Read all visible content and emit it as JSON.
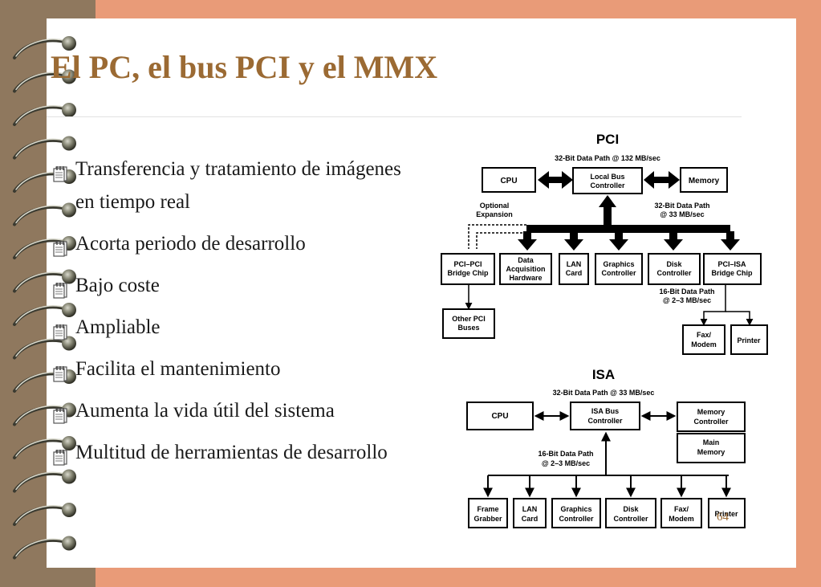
{
  "slide": {
    "title": "El PC, el bus PCI y el MMX",
    "page_number": "64",
    "bullets": [
      "Transferencia y tratamiento de imágenes en tiempo real",
      "Acorta periodo de desarrollo",
      "Bajo coste",
      "Ampliable",
      "Facilita el mantenimiento",
      "Aumenta la vida útil del sistema",
      "Multitud de herramientas de desarrollo"
    ]
  },
  "pci": {
    "title": "PCI",
    "path_main": "32-Bit Data Path @ 132 MB/sec",
    "cpu": "CPU",
    "bus_controller": [
      "Local Bus",
      "Controller"
    ],
    "memory": "Memory",
    "optional": [
      "Optional",
      "Expansion"
    ],
    "path_pci": [
      "32-Bit Data Path",
      "@ 33 MB/sec"
    ],
    "bridge": [
      "PCI–PCI",
      "Bridge Chip"
    ],
    "daq": [
      "Data",
      "Acquisition",
      "Hardware"
    ],
    "lan": [
      "LAN",
      "Card"
    ],
    "graphics": [
      "Graphics",
      "Controller"
    ],
    "disk": [
      "Disk",
      "Controller"
    ],
    "isa_bridge": [
      "PCI–ISA",
      "Bridge Chip"
    ],
    "path_isa": [
      "16-Bit Data Path",
      "@ 2–3 MB/sec"
    ],
    "other_pci": [
      "Other PCI",
      "Buses"
    ],
    "fax": [
      "Fax/",
      "Modem"
    ],
    "printer": "Printer"
  },
  "isa": {
    "title": "ISA",
    "path_main": "32-Bit Data Path @ 33 MB/sec",
    "cpu": "CPU",
    "bus_controller": [
      "ISA Bus",
      "Controller"
    ],
    "mem_controller": [
      "Memory",
      "Controller"
    ],
    "main_memory": [
      "Main",
      "Memory"
    ],
    "path_bus": [
      "16-Bit Data Path",
      "@ 2–3 MB/sec"
    ],
    "frame": [
      "Frame",
      "Grabber"
    ],
    "lan": [
      "LAN",
      "Card"
    ],
    "graphics": [
      "Graphics",
      "Controller"
    ],
    "disk": [
      "Disk",
      "Controller"
    ],
    "fax": [
      "Fax/",
      "Modem"
    ],
    "printer": "Printer"
  }
}
